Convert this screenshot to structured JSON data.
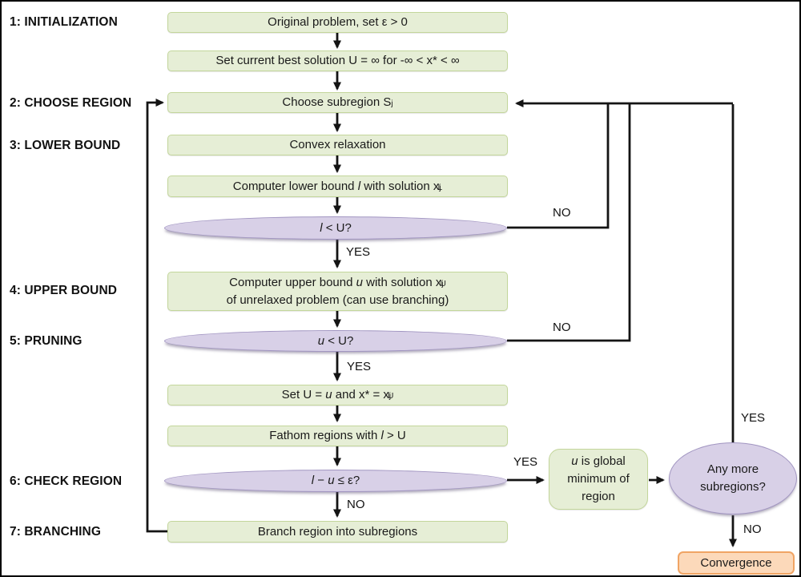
{
  "palette": {
    "process_fill": "#e6eed6",
    "process_border": "#c3d69b",
    "decision_fill": "#d8d0e7",
    "decision_border": "#a195c1",
    "terminal_fill": "#fcd9ba",
    "terminal_border": "#f0a464",
    "line_color": "#141414",
    "text_color": "#1a1a1a"
  },
  "stages": [
    {
      "label": "1: INITIALIZATION"
    },
    {
      "label": "2: CHOOSE REGION"
    },
    {
      "label": "3: LOWER BOUND"
    },
    {
      "label": "4: UPPER BOUND"
    },
    {
      "label": "5: PRUNING"
    },
    {
      "label": "6: CHECK REGION"
    },
    {
      "label": "7: BRANCHING"
    }
  ],
  "nodes": {
    "original_problem": {
      "shape": "process",
      "rich": [
        {
          "t": "Original problem, set ε > 0"
        }
      ]
    },
    "set_best_solution": {
      "shape": "process",
      "rich": [
        {
          "t": "Set current best solution U = ∞ for -∞ < x* < ∞"
        }
      ]
    },
    "choose_subregion": {
      "shape": "process",
      "rich": [
        {
          "t": "Choose subregion S"
        },
        {
          "t": "j",
          "s": "sub"
        }
      ]
    },
    "convex_relaxation": {
      "shape": "process",
      "rich": [
        {
          "t": "Convex relaxation"
        }
      ]
    },
    "compute_lower_bound": {
      "shape": "process",
      "rich": [
        {
          "t": "Computer lower bound "
        },
        {
          "t": "l",
          "s": "i"
        },
        {
          "t": " with solution x"
        },
        {
          "t": "j",
          "s": "sub"
        },
        {
          "t": "L",
          "s": "sup"
        }
      ]
    },
    "l_less_than_u": {
      "shape": "decision",
      "rich": [
        {
          "t": "l",
          "s": "i"
        },
        {
          "t": " < U?"
        }
      ]
    },
    "compute_upper_bound": {
      "shape": "process",
      "rich": [
        {
          "t": "Computer upper bound "
        },
        {
          "t": "u",
          "s": "i"
        },
        {
          "t": " with solution x"
        },
        {
          "t": "j",
          "s": "sub"
        },
        {
          "t": "U",
          "s": "sup"
        },
        {
          "br": true
        },
        {
          "t": "of unrelaxed problem (can use branching)"
        }
      ]
    },
    "u_less_than_u": {
      "shape": "decision",
      "rich": [
        {
          "t": "u",
          "s": "i"
        },
        {
          "t": " < U?"
        }
      ]
    },
    "set_u": {
      "shape": "process",
      "rich": [
        {
          "t": "Set U = "
        },
        {
          "t": "u",
          "s": "i"
        },
        {
          "t": " and x* = x"
        },
        {
          "t": "j",
          "s": "sub"
        },
        {
          "t": "U",
          "s": "sup"
        }
      ]
    },
    "fathom_regions": {
      "shape": "process",
      "rich": [
        {
          "t": "Fathom regions with "
        },
        {
          "t": "l",
          "s": "i"
        },
        {
          "t": " > U"
        }
      ]
    },
    "check_epsilon": {
      "shape": "decision",
      "rich": [
        {
          "t": "l",
          "s": "i"
        },
        {
          "t": " − "
        },
        {
          "t": "u",
          "s": "i"
        },
        {
          "t": " ≤ ε?"
        }
      ]
    },
    "branch_region": {
      "shape": "process",
      "rich": [
        {
          "t": "Branch region into subregions"
        }
      ]
    },
    "global_minimum": {
      "shape": "process",
      "rich": [
        {
          "t": "u",
          "s": "i"
        },
        {
          "t": " is global minimum of region"
        }
      ]
    },
    "any_more_subregions": {
      "shape": "decision",
      "rich": [
        {
          "t": "Any more subregions?"
        }
      ]
    },
    "convergence": {
      "shape": "terminal",
      "rich": [
        {
          "t": "Convergence"
        }
      ]
    }
  },
  "edge_labels": {
    "lower_yes": "YES",
    "lower_no": "NO",
    "pruning_yes": "YES",
    "pruning_no": "NO",
    "check_yes": "YES",
    "check_no": "NO",
    "more_yes": "YES",
    "more_no": "NO"
  }
}
